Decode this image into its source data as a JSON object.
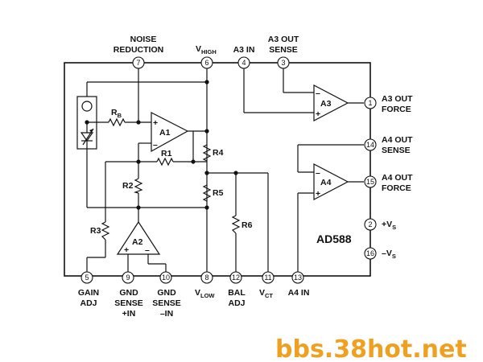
{
  "diagram": {
    "chip_name": "AD588",
    "watermark": "bbs.38hot.net",
    "top_pins": [
      {
        "num": "7",
        "line1": "NOISE",
        "line2": "REDUCTION"
      },
      {
        "num": "6",
        "main": "V",
        "sub": "HIGH"
      },
      {
        "num": "4",
        "line1": "A3 IN"
      },
      {
        "num": "3",
        "line1": "A3 OUT",
        "line2": "SENSE"
      }
    ],
    "right_pins": [
      {
        "num": "1",
        "line1": "A3 OUT",
        "line2": "FORCE"
      },
      {
        "num": "14",
        "line1": "A4 OUT",
        "line2": "SENSE"
      },
      {
        "num": "15",
        "line1": "A4 OUT",
        "line2": "FORCE"
      },
      {
        "num": "2",
        "main": "+V",
        "sub": "S"
      },
      {
        "num": "16",
        "main": "–V",
        "sub": "S"
      }
    ],
    "bottom_pins": [
      {
        "num": "5",
        "line1": "GAIN",
        "line2": "ADJ"
      },
      {
        "num": "9",
        "line1": "GND",
        "line2": "SENSE",
        "line3": "+IN"
      },
      {
        "num": "10",
        "line1": "GND",
        "line2": "SENSE",
        "line3": "–IN"
      },
      {
        "num": "8",
        "main": "V",
        "sub": "LOW"
      },
      {
        "num": "12",
        "line1": "BAL",
        "line2": "ADJ"
      },
      {
        "num": "11",
        "main": "V",
        "sub": "CT"
      },
      {
        "num": "13",
        "line1": "A4 IN"
      }
    ],
    "amplifiers": [
      {
        "name": "A1",
        "plus": "+",
        "minus": "–"
      },
      {
        "name": "A2",
        "plus": "+",
        "minus": "–"
      },
      {
        "name": "A3",
        "plus": "+",
        "minus": "–"
      },
      {
        "name": "A4",
        "plus": "+",
        "minus": "–"
      }
    ],
    "resistors": {
      "rb_main": "R",
      "rb_sub": "B",
      "r1": "R1",
      "r2": "R2",
      "r3": "R3",
      "r4": "R4",
      "r5": "R5",
      "r6": "R6"
    }
  }
}
